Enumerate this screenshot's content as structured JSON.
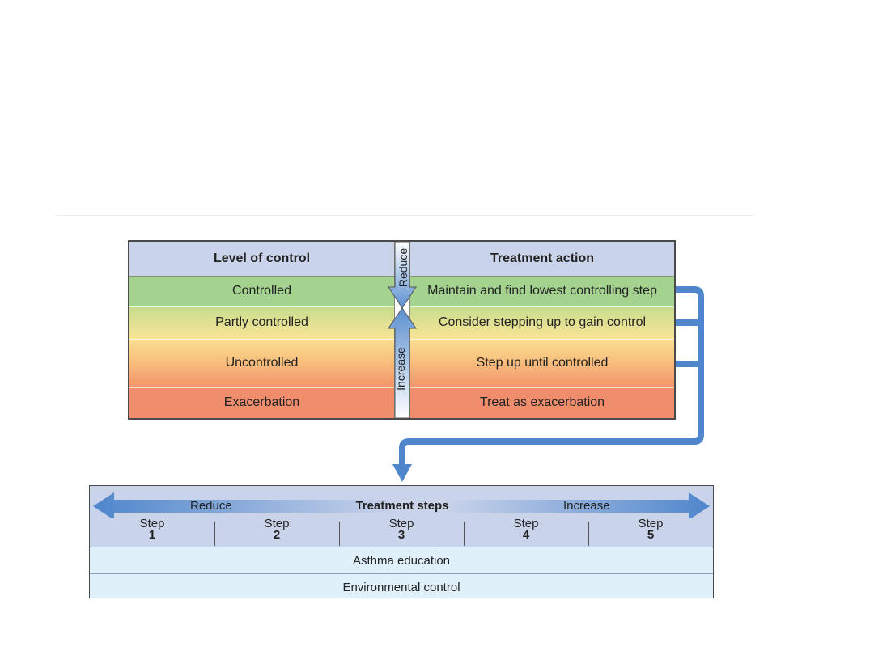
{
  "top_table": {
    "header_left": "Level of control",
    "header_right": "Treatment action",
    "reduce_label": "Reduce",
    "increase_label": "Increase",
    "rows": [
      {
        "level": "Controlled",
        "action": "Maintain and find lowest controlling step"
      },
      {
        "level": "Partly controlled",
        "action": "Consider stepping up to gain control"
      },
      {
        "level": "Uncontrolled",
        "action": "Step up until controlled"
      },
      {
        "level": "Exacerbation",
        "action": "Treat as exacerbation"
      }
    ]
  },
  "bottom_table": {
    "title": "Treatment steps",
    "reduce_label": "Reduce",
    "increase_label": "Increase",
    "steps": [
      {
        "label": "Step",
        "number": "1"
      },
      {
        "label": "Step",
        "number": "2"
      },
      {
        "label": "Step",
        "number": "3"
      },
      {
        "label": "Step",
        "number": "4"
      },
      {
        "label": "Step",
        "number": "5"
      }
    ],
    "bands": [
      "Asthma education",
      "Environmental control"
    ]
  },
  "colors": {
    "header": "#c9d3ea",
    "controlled": "#a3d38f",
    "partly_controlled": "#fbe497",
    "uncontrolled": "#f8c07e",
    "exacerbation": "#ef8d6c",
    "arrow": "#5b8fd0",
    "band": "#dff0fa"
  }
}
